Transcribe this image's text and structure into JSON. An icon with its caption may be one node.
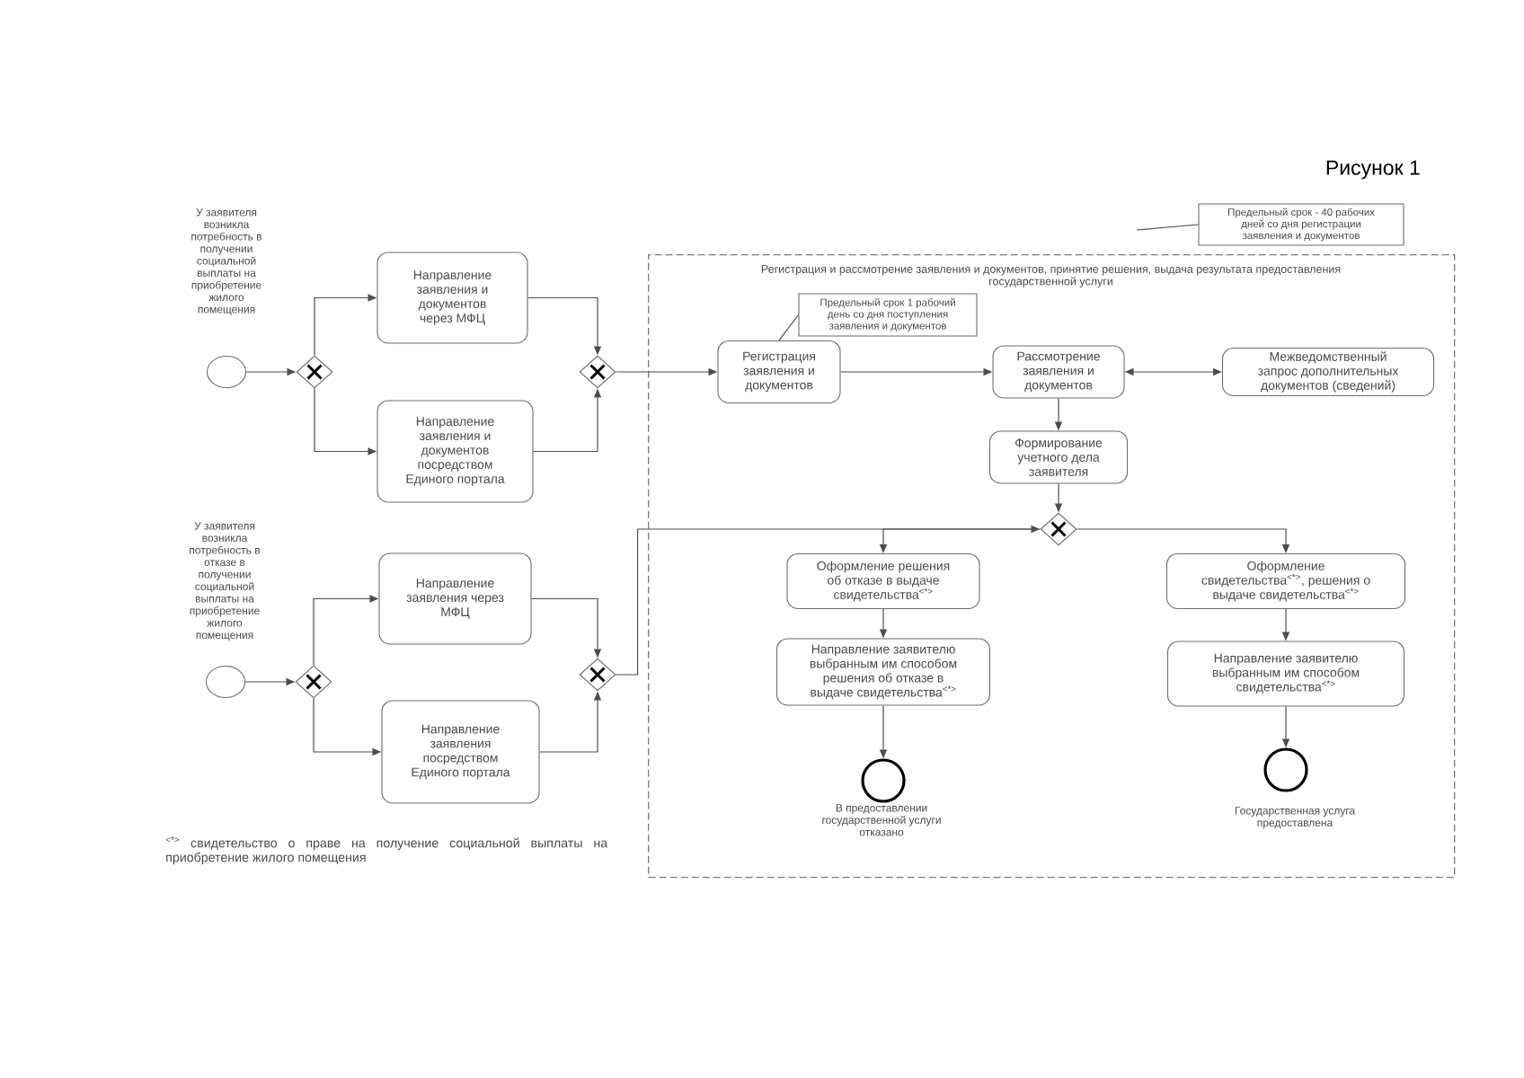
{
  "diagram": {
    "title": "Рисунок 1",
    "nodes": [
      {
        "text": [],
        "shape": "circle",
        "beside": [
          "У заявителя возникла потребность в получении социальной выплаты на приобретение жилого помещения"
        ]
      },
      {
        "text": [],
        "shape": "diamond"
      },
      {
        "text": [
          "Направление заявления и документов через МФЦ"
        ]
      },
      {
        "text": [
          "Направление заявления и документов посредством Единого портала"
        ]
      },
      {
        "text": [],
        "shape": "diamond"
      },
      {
        "text": [
          "Предельный срок - 40 рабочих дней со дня регистрации заявления и документов"
        ]
      },
      {
        "text": [
          "Регистрация и рассмотрение заявления и документов, принятие решения, выдача результата предоставления государственной услуги"
        ]
      },
      {
        "text": [
          "Предельный срок 1 рабочий день со дня поступления заявления и документов"
        ],
        "in": 6
      },
      {
        "text": [
          "Регистрация заявления и документов"
        ],
        "in": 6
      },
      {
        "text": [
          "Рассмотрение заявления и документов"
        ],
        "in": 6
      },
      {
        "text": [
          "Межведомственный запрос дополнительных документов (сведений)"
        ],
        "in": 6
      },
      {
        "text": [
          "Формирование учетного дела заявителя"
        ],
        "in": 6
      },
      {
        "text": [],
        "shape": "diamond",
        "in": 6
      },
      {
        "text": [
          "Оформление решения об отказе в выдаче свидетельства$^{<*>}$"
        ],
        "in": 6
      },
      {
        "text": [
          "Оформление свидетельства$^{<*>}$, решения о выдаче свидетельства$^{<*>}$"
        ],
        "in": 6
      },
      {
        "text": [
          "Направление заявителю выбранным им способом решения об отказе в выдаче свидетельства$^{<*>}$"
        ],
        "in": 6
      },
      {
        "text": [
          "Направление заявителю выбранным им способом свидетельства$^{<*>}$"
        ],
        "in": 6
      },
      {
        "text": [],
        "shape": "circle",
        "beside": [
          "В предоставлении государственной услуги отказано"
        ],
        "in": 6
      },
      {
        "text": [],
        "shape": "circle",
        "beside": [
          "Государственная услуга предоставлена"
        ],
        "in": 6
      },
      {
        "text": [],
        "shape": "circle",
        "beside": [
          "У заявителя возникла потребность в отказе в получении социальной выплаты на приобретение жилого помещения"
        ]
      },
      {
        "text": [],
        "shape": "diamond"
      },
      {
        "text": [
          "Направление заявления через МФЦ"
        ]
      },
      {
        "text": [
          "Направление заявления посредством Единого портала"
        ]
      },
      {
        "text": [],
        "shape": "diamond"
      }
    ],
    "edges": [
      {
        "from": 0,
        "to": 1,
        "arrow": "to"
      },
      {
        "from": 1,
        "to": 2,
        "arrow": "to"
      },
      {
        "from": 1,
        "to": 3,
        "arrow": "to"
      },
      {
        "from": 2,
        "to": 4,
        "arrow": "to"
      },
      {
        "from": 3,
        "to": 4,
        "arrow": "to"
      },
      {
        "from": 4,
        "to": 8,
        "arrow": "to"
      },
      {
        "from": 5,
        "to": null,
        "arrow": "none"
      },
      {
        "from": 7,
        "to": 8,
        "arrow": "none"
      },
      {
        "from": 8,
        "to": 9,
        "arrow": "to"
      },
      {
        "from": 9,
        "to": 10,
        "arrow": "both"
      },
      {
        "from": 9,
        "to": 11,
        "arrow": "to"
      },
      {
        "from": 11,
        "to": 12,
        "arrow": "to"
      },
      {
        "from": 23,
        "to": 12,
        "arrow": "to"
      },
      {
        "from": 12,
        "to": 13,
        "arrow": "to"
      },
      {
        "from": 12,
        "to": 14,
        "arrow": "to"
      },
      {
        "from": 13,
        "to": 15,
        "arrow": "to"
      },
      {
        "from": 14,
        "to": 16,
        "arrow": "to"
      },
      {
        "from": 15,
        "to": 17,
        "arrow": "to"
      },
      {
        "from": 16,
        "to": 18,
        "arrow": "to"
      },
      {
        "from": 19,
        "to": 20,
        "arrow": "to"
      },
      {
        "from": 20,
        "to": 21,
        "arrow": "to"
      },
      {
        "from": 20,
        "to": 22,
        "arrow": "to"
      },
      {
        "from": 21,
        "to": 23,
        "arrow": "to"
      },
      {
        "from": 22,
        "to": 23,
        "arrow": "to"
      }
    ],
    "labels": [
      "$^{<*>}$ свидетельство о праве на получение социальной выплаты на приобретение жилого помещения"
    ]
  }
}
